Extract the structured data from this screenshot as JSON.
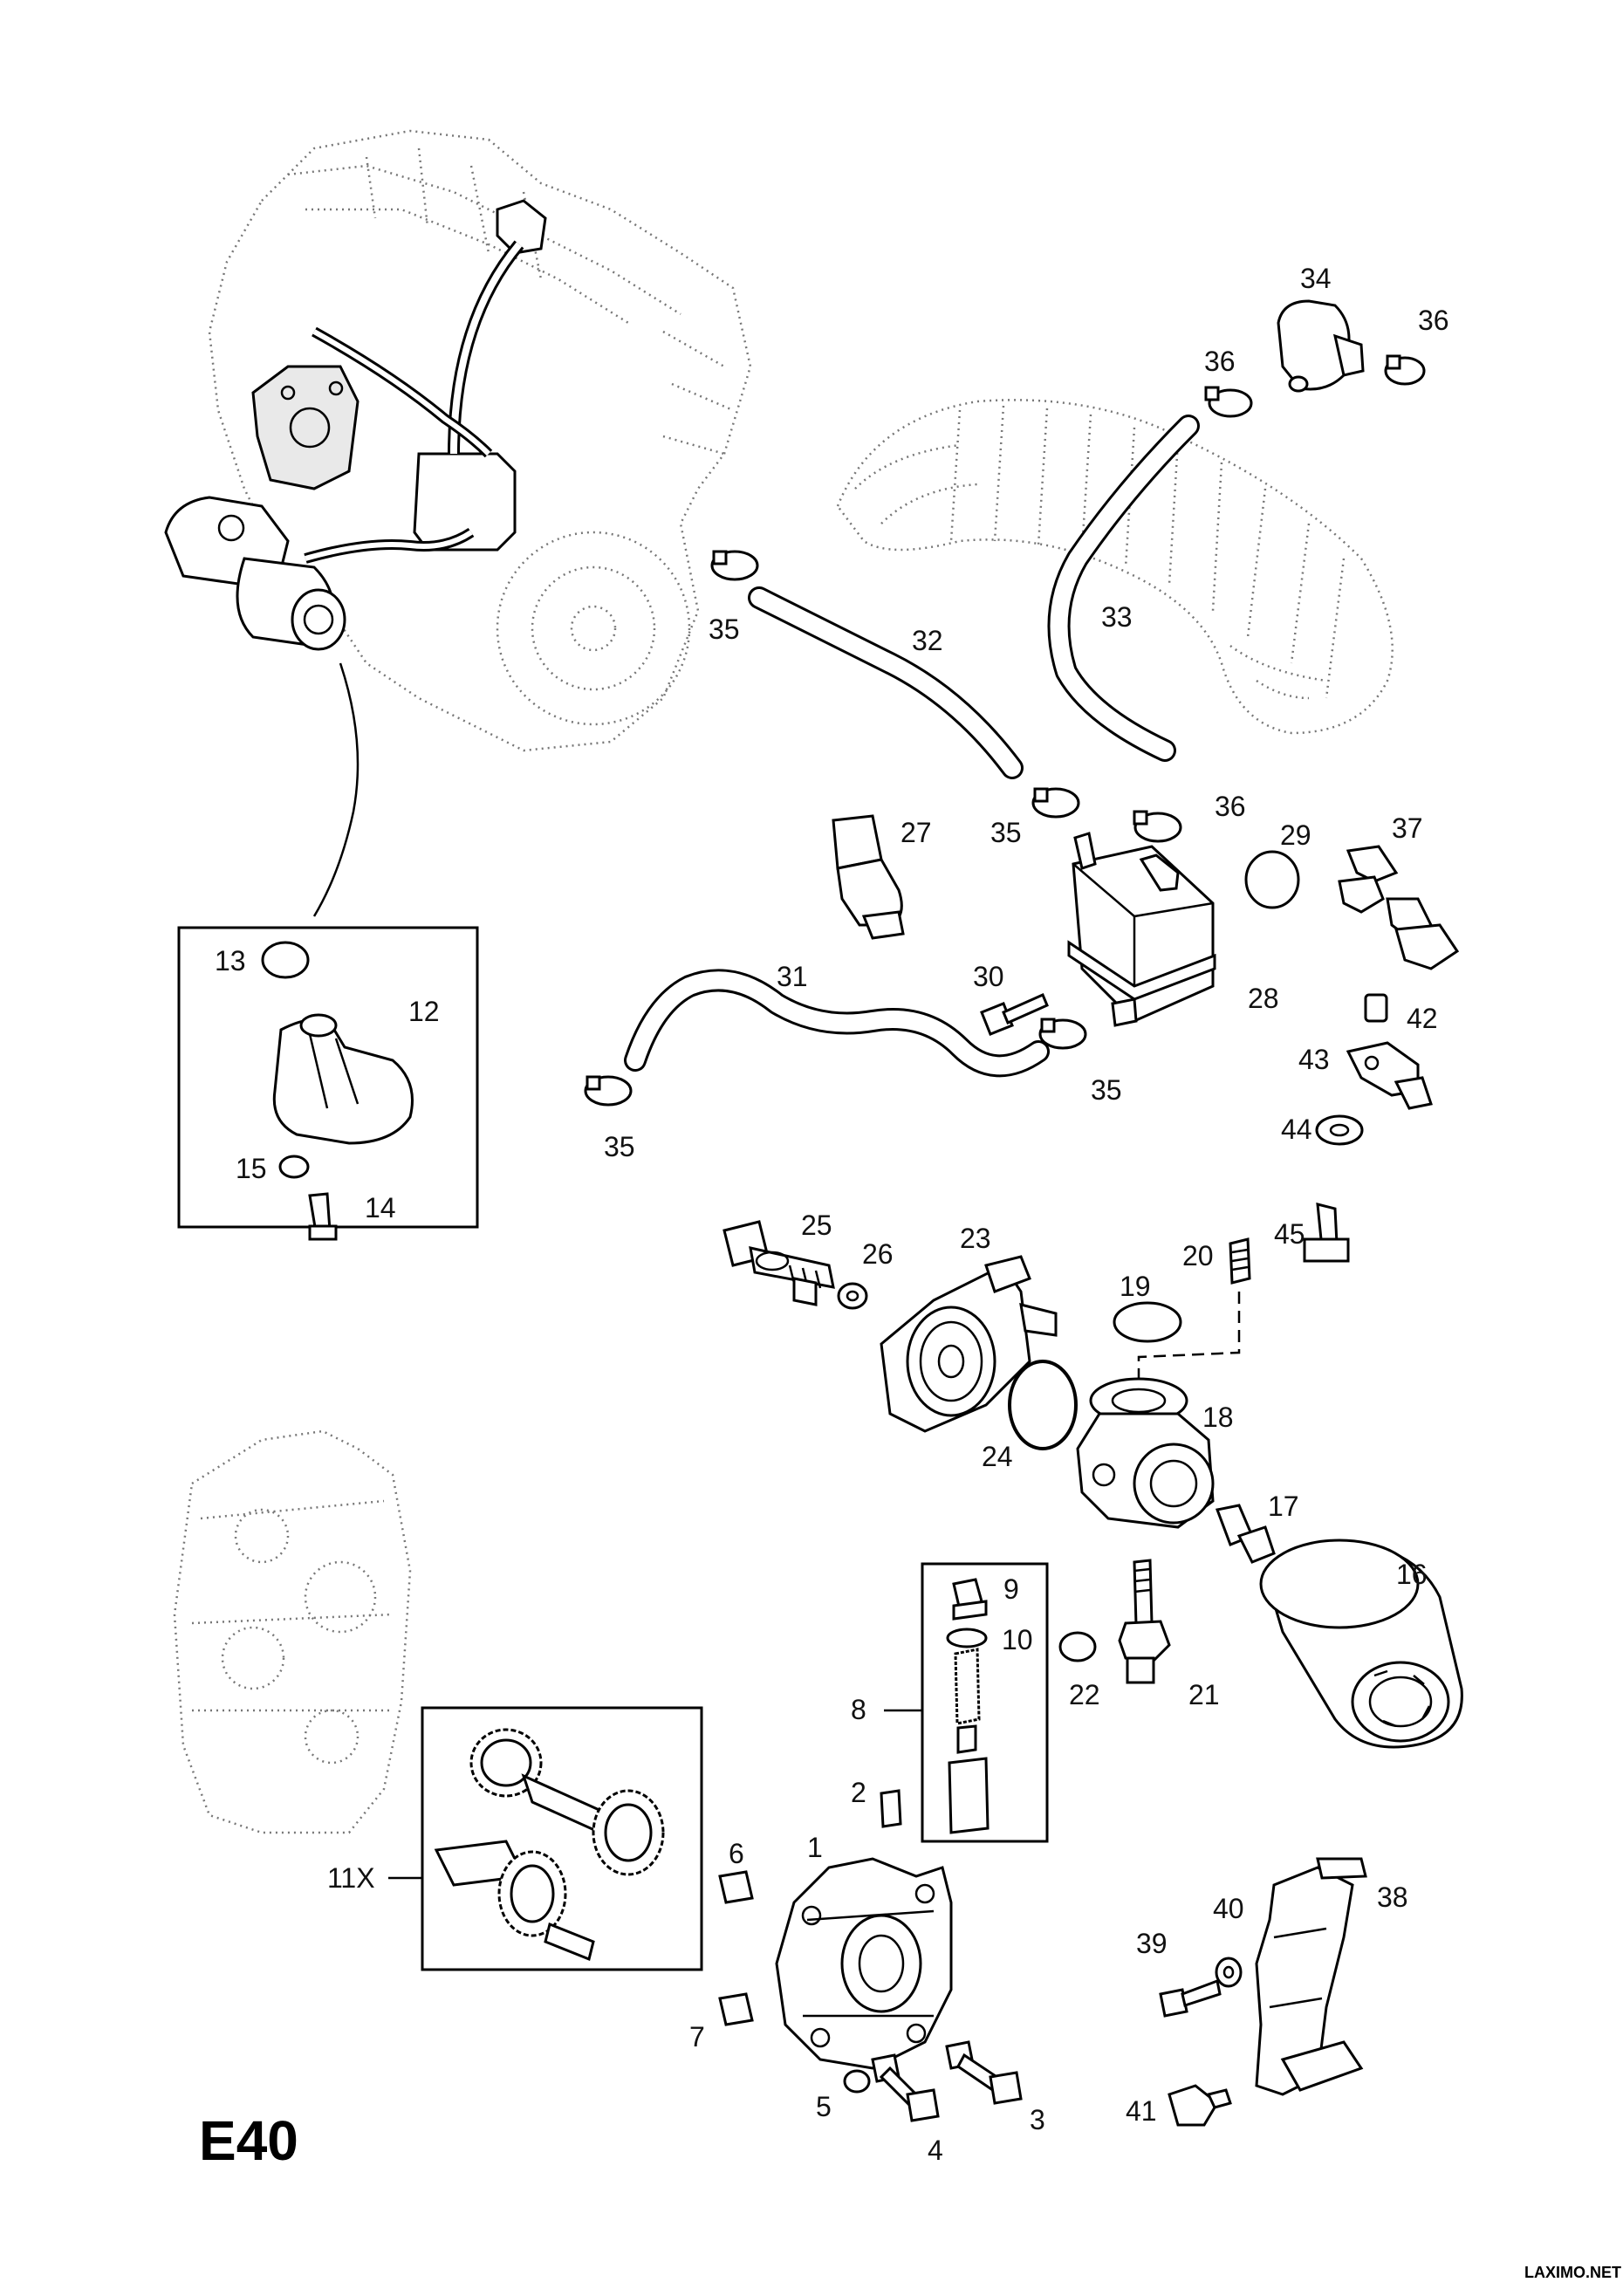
{
  "diagram": {
    "sheet_code": "E40",
    "watermark": "LAXIMO.NET",
    "callouts": {
      "p1": "1",
      "p2": "2",
      "p3": "3",
      "p4": "4",
      "p5": "5",
      "p6": "6",
      "p7": "7",
      "p8": "8",
      "p9": "9",
      "p10": "10",
      "p11x": "11X",
      "p12": "12",
      "p13": "13",
      "p14": "14",
      "p15": "15",
      "p16": "16",
      "p17": "17",
      "p18": "18",
      "p19": "19",
      "p20": "20",
      "p21": "21",
      "p22": "22",
      "p23": "23",
      "p24": "24",
      "p25": "25",
      "p26": "26",
      "p27": "27",
      "p28": "28",
      "p29": "29",
      "p30": "30",
      "p31": "31",
      "p32": "32",
      "p33": "33",
      "p34": "34",
      "p35": "35",
      "p36": "36",
      "p37": "37",
      "p38": "38",
      "p39": "39",
      "p40": "40",
      "p41": "41",
      "p42": "42",
      "p43": "43",
      "p44": "44",
      "p45": "45"
    }
  }
}
